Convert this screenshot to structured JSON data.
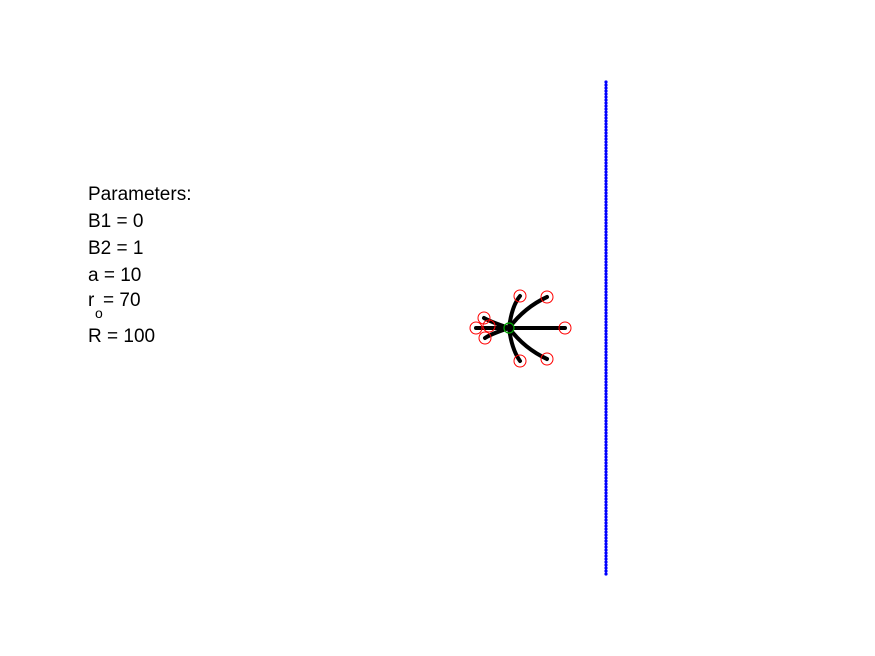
{
  "parameters": {
    "heading": "Parameters:",
    "b1": "B1 = 0",
    "b2": "B2 = 1",
    "a": "a = 10",
    "r0_base": "r",
    "r0_sub": "o",
    "r0_value": " = 70",
    "R": "R = 100"
  },
  "colors": {
    "background": "#ffffff",
    "trajectory": "#000000",
    "endpoint_marker": "#ff0000",
    "center_marker": "#00aa00",
    "boundary_line": "#0000ff"
  },
  "diagram": {
    "center_marker": "green-circle",
    "endpoint_marker": "red-circle",
    "trajectory_count": 8,
    "boundary": "blue dotted vertical line"
  }
}
